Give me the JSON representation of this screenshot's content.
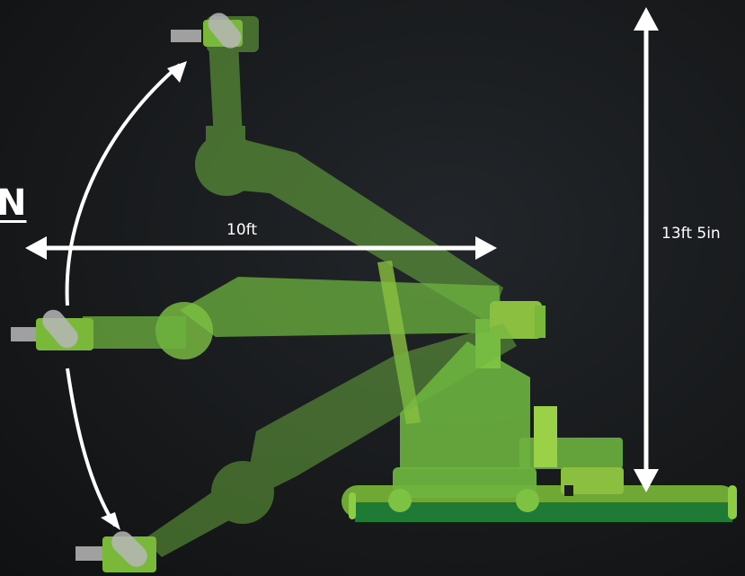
{
  "dimensions": {
    "horizontal_reach": "10ft",
    "vertical_height": "13ft 5in"
  },
  "edge_text": "N",
  "colors": {
    "background": "#17191b",
    "robot_green": "#6db33f",
    "robot_green_light": "#9ad146",
    "track_green": "#1f7a36",
    "arrow_white": "#ffffff",
    "tool_grey": "#a0a0a0"
  },
  "icons": {
    "reach_arrow": "double-headed-horizontal-arrow",
    "height_arrow": "double-headed-vertical-arrow",
    "swing_arc": "curved-double-arrow"
  }
}
